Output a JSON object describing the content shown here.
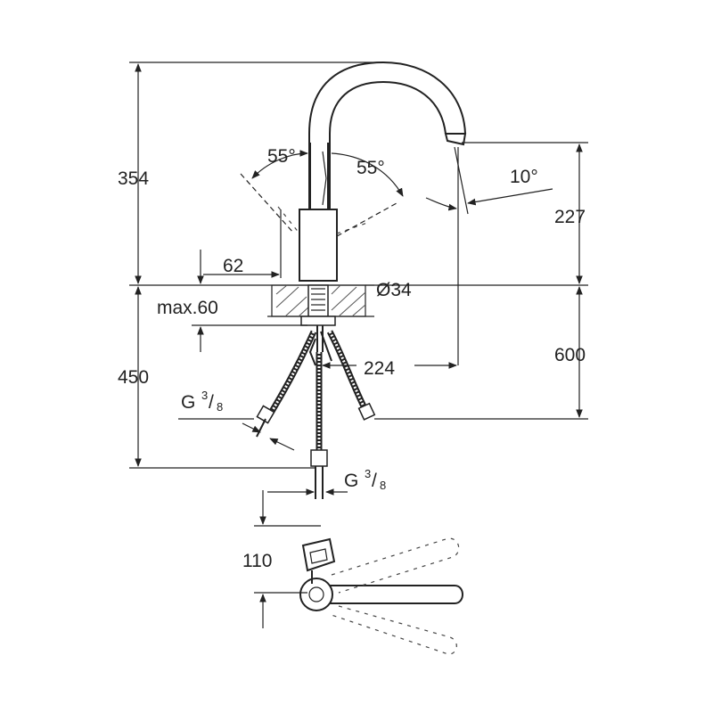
{
  "dimensions": {
    "height_total": "354",
    "spout_height": "227",
    "body_diameter": "62",
    "hole_diameter": "Ø34",
    "max_thickness": "max.60",
    "hose_length_left": "450",
    "hose_length_right": "600",
    "spout_reach": "224",
    "handle_clearance": "110"
  },
  "angles": {
    "swivel_left": "55°",
    "swivel_right": "55°",
    "spout_tilt": "10°"
  },
  "connections": {
    "left": {
      "base": "G",
      "num": "3",
      "den": "8"
    },
    "bottom": {
      "base": "G",
      "num": "3",
      "den": "8"
    }
  }
}
